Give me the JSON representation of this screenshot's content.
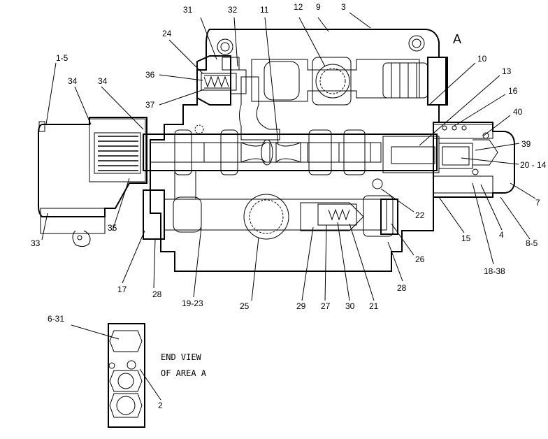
{
  "area_mark": "A",
  "end_view_caption": [
    "END VIEW",
    "OF AREA A"
  ],
  "callouts": {
    "c_1_5": "1-5",
    "c_31": "31",
    "c_32": "32",
    "c_11": "11",
    "c_12": "12",
    "c_9": "9",
    "c_3": "3",
    "c_24": "24",
    "c_36": "36",
    "c_37": "37",
    "c_34a": "34",
    "c_34b": "34",
    "c_10": "10",
    "c_13": "13",
    "c_16": "16",
    "c_40": "40",
    "c_39": "39",
    "c_20_14": "20 - 14",
    "c_7": "7",
    "c_8_5": "8-5",
    "c_4": "4",
    "c_18_38": "18-38",
    "c_15": "15",
    "c_22": "22",
    "c_26": "26",
    "c_28a": "28",
    "c_28b": "28",
    "c_21": "21",
    "c_30": "30",
    "c_27": "27",
    "c_29": "29",
    "c_25": "25",
    "c_19_23": "19-23",
    "c_17": "17",
    "c_35": "35",
    "c_33": "33",
    "c_6_31": "6-31",
    "c_2": "2"
  }
}
